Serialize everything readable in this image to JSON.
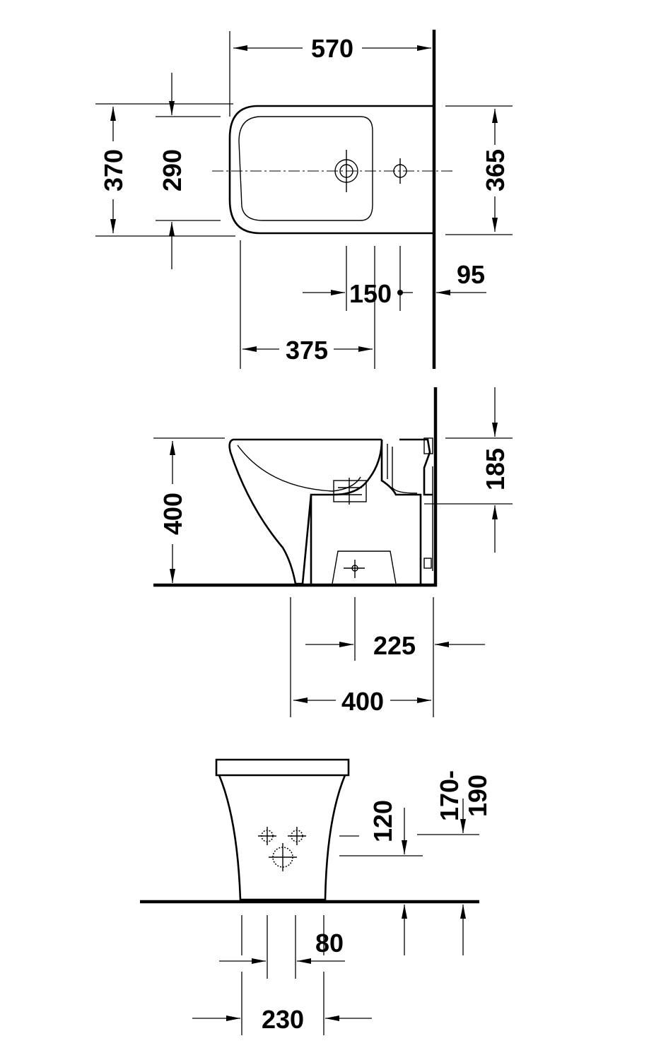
{
  "top_view": {
    "length": "570",
    "width_outer": "370",
    "width_inner": "290",
    "width_wall": "365",
    "offset_holes": "150",
    "offset_wall": "95",
    "offset_front": "375"
  },
  "side_view": {
    "height": "400",
    "inlet_height": "185",
    "outlet_distance": "225",
    "depth": "400"
  },
  "front_view": {
    "hole_height": "120",
    "range_a": "170-",
    "range_b": "190",
    "hole_spacing": "80",
    "base_width": "230"
  }
}
